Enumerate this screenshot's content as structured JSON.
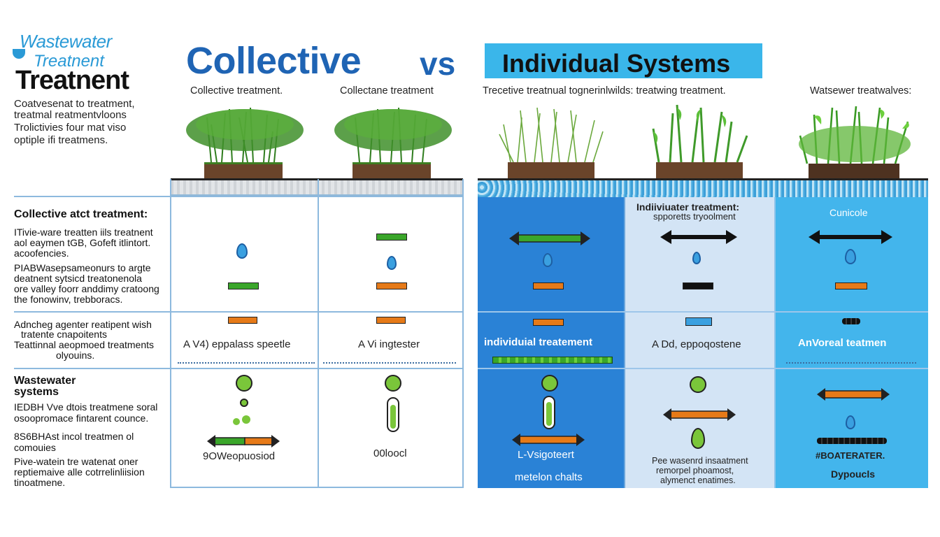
{
  "logo": {
    "line1": "Wastewater",
    "line2": "Treatnent",
    "line3": "Treatnent"
  },
  "intro": [
    "Coatvesenat to treatment,",
    "treatmal reatmentvloons",
    "Trolictivies four mat viso",
    "optiple ifi treatmens."
  ],
  "title": {
    "collective": "Collective",
    "vs": "vs",
    "individual": "Individual Systems"
  },
  "plant_labels": [
    "Collective treatment.",
    "Collectane treatment",
    "Trecetive treatnual tognerinlwilds: treatwing treatment.",
    "Watsewer treatwalves:"
  ],
  "rows": [
    {
      "heading": "Collective atct treatment:",
      "lines": [
        "ITivie-ware treatten iils treatnent",
        "aol eaymen tGB, Gofeft itlintort.",
        "acoofencies.",
        "PIABWasepsameonurs to argte",
        "deatnent sytsicd treatonenola",
        "ore valley foorr anddimy cratoong",
        "the fonowinv, trebboracs."
      ]
    },
    {
      "lines": [
        "Adncheg agenter reatipent wish",
        "tratente cnapoitents",
        "Teattinnal aeopmoed treatments",
        "olyouins."
      ]
    },
    {
      "heading": "Wastewater",
      "heading2": "systems",
      "lines": [
        "IEDBH Vve dtois treatmene soral",
        "osoopromace fintarent counce.",
        "8S6BHAst incol treatmen ol",
        "comouies",
        "Pive-watein tre watenat oner",
        "reptiemaive alle cotrrelinliision",
        "tinoatmene."
      ]
    }
  ],
  "cells": {
    "c1_mid": "A V4)  eppalass speetle",
    "c2_mid": "A Vi ingtester",
    "c3_mid": "individuial treatement",
    "c4_top_title": "Indiiviuater treatment:",
    "c4_top_sub": "spporetts tryoolment",
    "c4_mid": "A Dd,  eppoqostene",
    "c5_top": "Cunicole",
    "c5_mid": "AnVoreal teatmen",
    "c1_bot": "9OWeopuosiod",
    "c2_bot": "00loocl",
    "c3_bot1": "L-Vsigoteert",
    "c3_bot2": "metelon chalts",
    "c4_bot": [
      "Pee wasenrd insaatment",
      "remorpel phoamost,",
      "alymenct enatimes."
    ],
    "c5_bot1": "#BOATERATER.",
    "c5_bot2": "Dypoucls"
  },
  "colors": {
    "title_blue": "#1f64b4",
    "accent_sky": "#3ab6ea",
    "panel_dark": "#2a82d6",
    "panel_light": "#d3e4f5",
    "bar_green": "#3aa62a",
    "bar_orange": "#e67a18"
  }
}
